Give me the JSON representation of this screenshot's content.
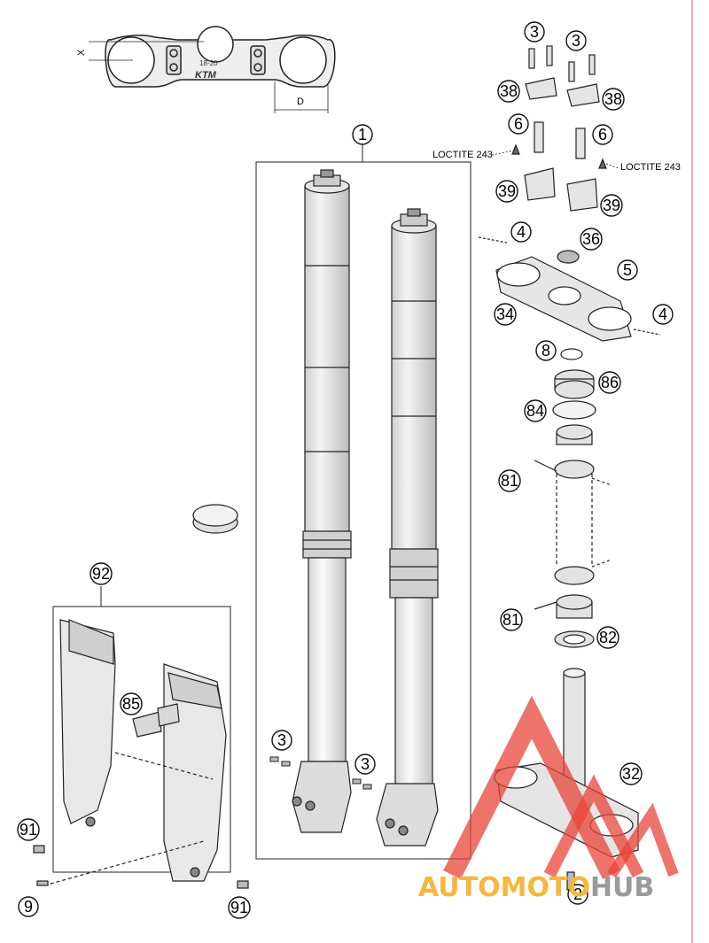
{
  "labels": {
    "x_dim": "X",
    "d_dim": "D",
    "clamp_mark": "18-20",
    "loctite_left": "LOCTITE 243",
    "loctite_right": "LOCTITE 243"
  },
  "callouts": [
    {
      "id": "c1",
      "num": "1"
    },
    {
      "id": "c3a",
      "num": "3"
    },
    {
      "id": "c3b",
      "num": "3"
    },
    {
      "id": "c38a",
      "num": "38"
    },
    {
      "id": "c38b",
      "num": "38"
    },
    {
      "id": "c6a",
      "num": "6"
    },
    {
      "id": "c6b",
      "num": "6"
    },
    {
      "id": "c39a",
      "num": "39"
    },
    {
      "id": "c39b",
      "num": "39"
    },
    {
      "id": "c4a",
      "num": "4"
    },
    {
      "id": "c36",
      "num": "36"
    },
    {
      "id": "c5",
      "num": "5"
    },
    {
      "id": "c34",
      "num": "34"
    },
    {
      "id": "c4b",
      "num": "4"
    },
    {
      "id": "c8",
      "num": "8"
    },
    {
      "id": "c86",
      "num": "86"
    },
    {
      "id": "c84",
      "num": "84"
    },
    {
      "id": "c81a",
      "num": "81"
    },
    {
      "id": "c81b",
      "num": "81"
    },
    {
      "id": "c82",
      "num": "82"
    },
    {
      "id": "c92",
      "num": "92"
    },
    {
      "id": "c85",
      "num": "85"
    },
    {
      "id": "c91a",
      "num": "91"
    },
    {
      "id": "c91b",
      "num": "91"
    },
    {
      "id": "c9",
      "num": "9"
    },
    {
      "id": "c3c",
      "num": "3"
    },
    {
      "id": "c3d",
      "num": "3"
    },
    {
      "id": "c32",
      "num": "32"
    },
    {
      "id": "c2",
      "num": "2"
    }
  ],
  "watermark": {
    "part1": "AUTOMOTO",
    "part2": "HUB",
    "color_main": "#f6b73c",
    "color_hub": "#9a9a9a",
    "color_triangle": "#e8443a"
  },
  "colors": {
    "line": "#222222",
    "margin_line": "#e05050"
  }
}
